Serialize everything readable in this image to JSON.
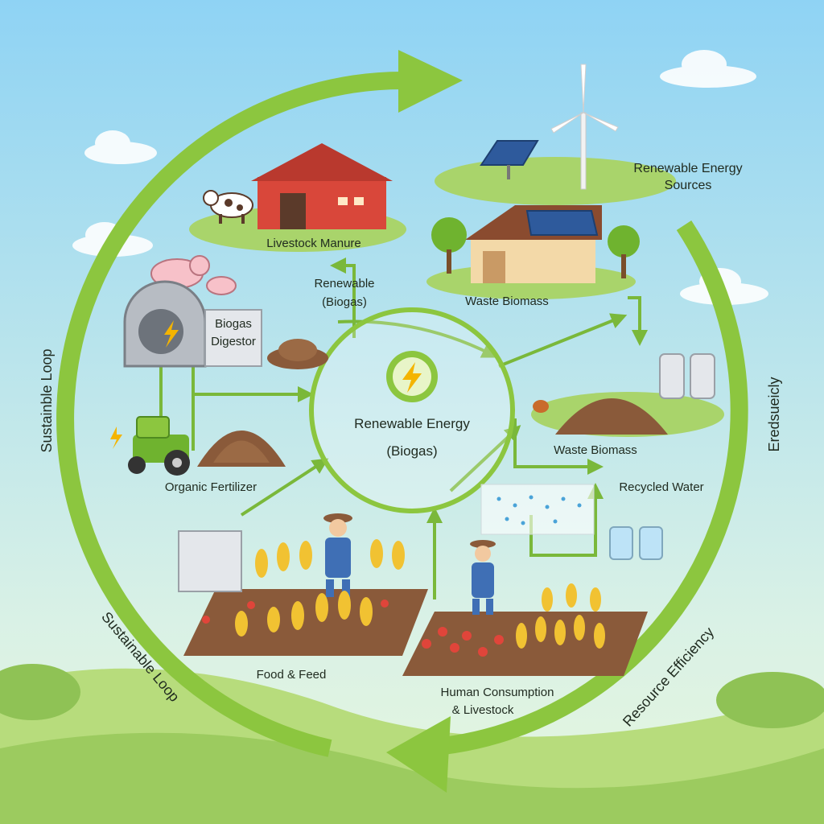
{
  "center": {
    "title": "Renewable Energy",
    "subtitle": "(Biogas)",
    "icon": "lightning-bolt-icon"
  },
  "nodes": {
    "livestock_manure": "Livestock Manure",
    "renewable_biogas_line1": "Renewable",
    "renewable_biogas_line2": "(Biogas)",
    "biogas_digestor_line1": "Biogas",
    "biogas_digestor_line2": "Digestor",
    "renewable_sources_line1": "Renewable Energy",
    "renewable_sources_line2": "Sources",
    "waste_biomass_top": "Waste Biomass",
    "waste_biomass_right": "Waste Biomass",
    "recycled_water": "Recycled Water",
    "organic_fertilizer": "Organic Fertilizer",
    "food_feed": "Food & Feed",
    "human_consumption_line1": "Human Consumption",
    "human_consumption_line2": "& Livestock"
  },
  "ring_labels": {
    "left_upper": "Sustainble Loop",
    "left_lower": "Sustainable Loop",
    "right_upper": "Eredsueicly",
    "right_lower": "Resource Efficiency"
  },
  "colors": {
    "sky_top": "#8fd3f4",
    "sky_bottom": "#e6f6dd",
    "ring_green": "#8cc63f",
    "flow_green": "#7ab83a",
    "barn_red": "#d9473a",
    "soil": "#8a5a3a",
    "grass": "#a9d46b"
  }
}
